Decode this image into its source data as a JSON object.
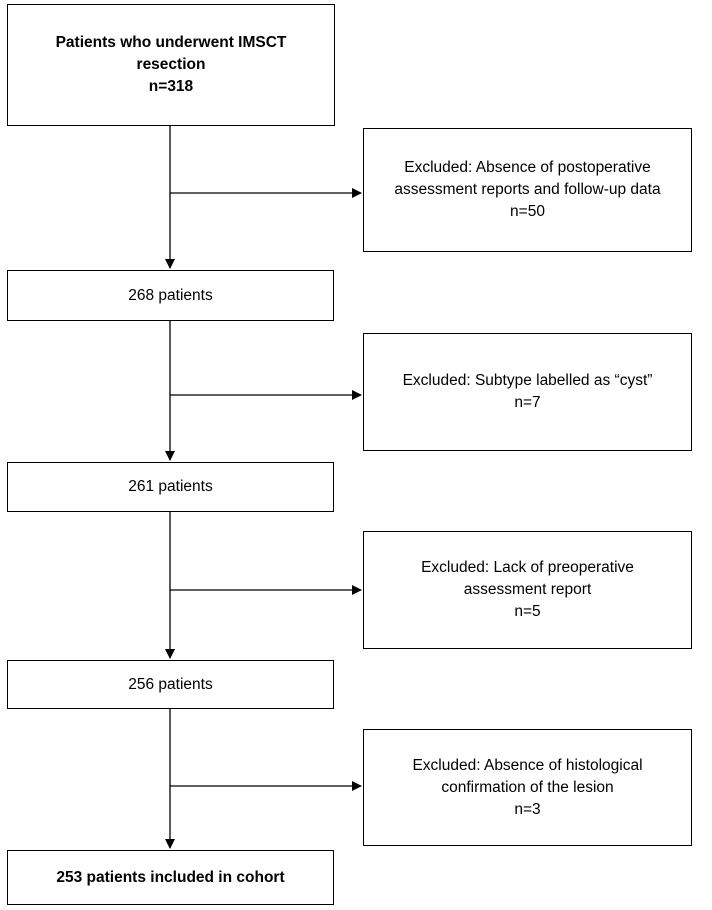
{
  "flowchart": {
    "start": {
      "line1": "Patients who underwent IMSCT",
      "line2": "resection",
      "count": "n=318"
    },
    "exclusions": [
      {
        "line1": "Excluded: Absence of postoperative",
        "line2": "assessment reports and follow-up data",
        "count": "n=50"
      },
      {
        "line1": "Excluded: Subtype labelled as “cyst”",
        "count": "n=7"
      },
      {
        "line1": "Excluded: Lack of preoperative",
        "line2": "assessment report",
        "count": "n=5"
      },
      {
        "line1": "Excluded: Absence of histological",
        "line2": "confirmation of the lesion",
        "count": "n=3"
      }
    ],
    "stages": [
      {
        "label": "268 patients"
      },
      {
        "label": "261 patients"
      },
      {
        "label": "256 patients"
      }
    ],
    "final": {
      "label": "253 patients included in cohort"
    }
  }
}
